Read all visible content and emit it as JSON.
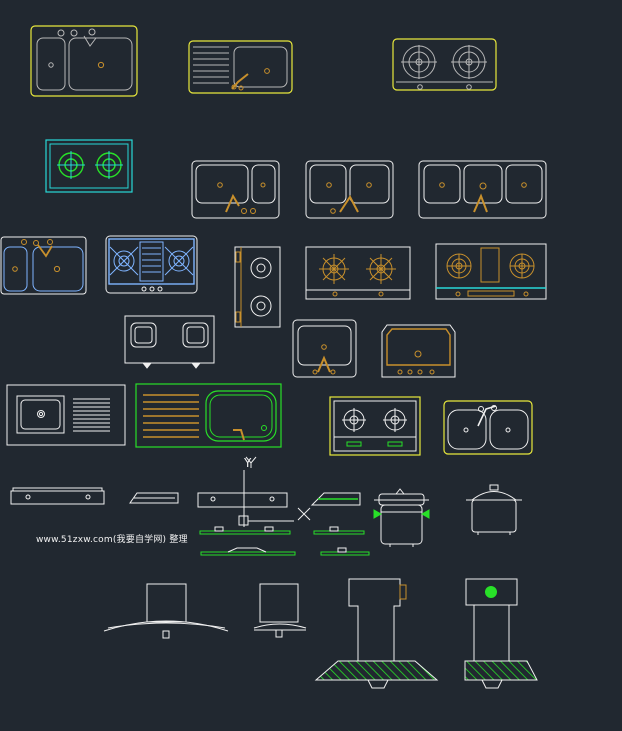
{
  "caption": "www.51zxw.com(我要自学网) 整理",
  "axis_label": "Y",
  "colors": {
    "background": "#212830",
    "white": "#f0f0f0",
    "yellow": "#e8e83c",
    "orange": "#c8902c",
    "green": "#28e028",
    "cyan": "#28d8d8",
    "blue": "#7fb4ff",
    "gray": "#b8b8b8"
  },
  "symbols": [
    "double-sink-yellow",
    "sink-with-drainboard-yellow",
    "gas-stove-yellow",
    "gas-stove-cyan",
    "double-sink-white",
    "double-sink-white-2",
    "triple-sink-white",
    "double-sink-blue",
    "stove-with-grill-blue",
    "electric-hob-vertical",
    "gas-stove-orange",
    "gas-stove-orange-cyan",
    "double-tray-unit",
    "single-sink-white",
    "single-sink-orange",
    "sink-with-drainboard-white",
    "sink-with-drainboard-green",
    "gas-stove-yellow-frame",
    "double-sink-yellow-round",
    "stove-side-elevation",
    "range-hood-side",
    "stove-elevation-axis",
    "stove-side-green",
    "rice-cooker",
    "pressure-cooker",
    "range-hood-large",
    "range-hood-small",
    "range-hood-column",
    "range-hood-column-green"
  ]
}
